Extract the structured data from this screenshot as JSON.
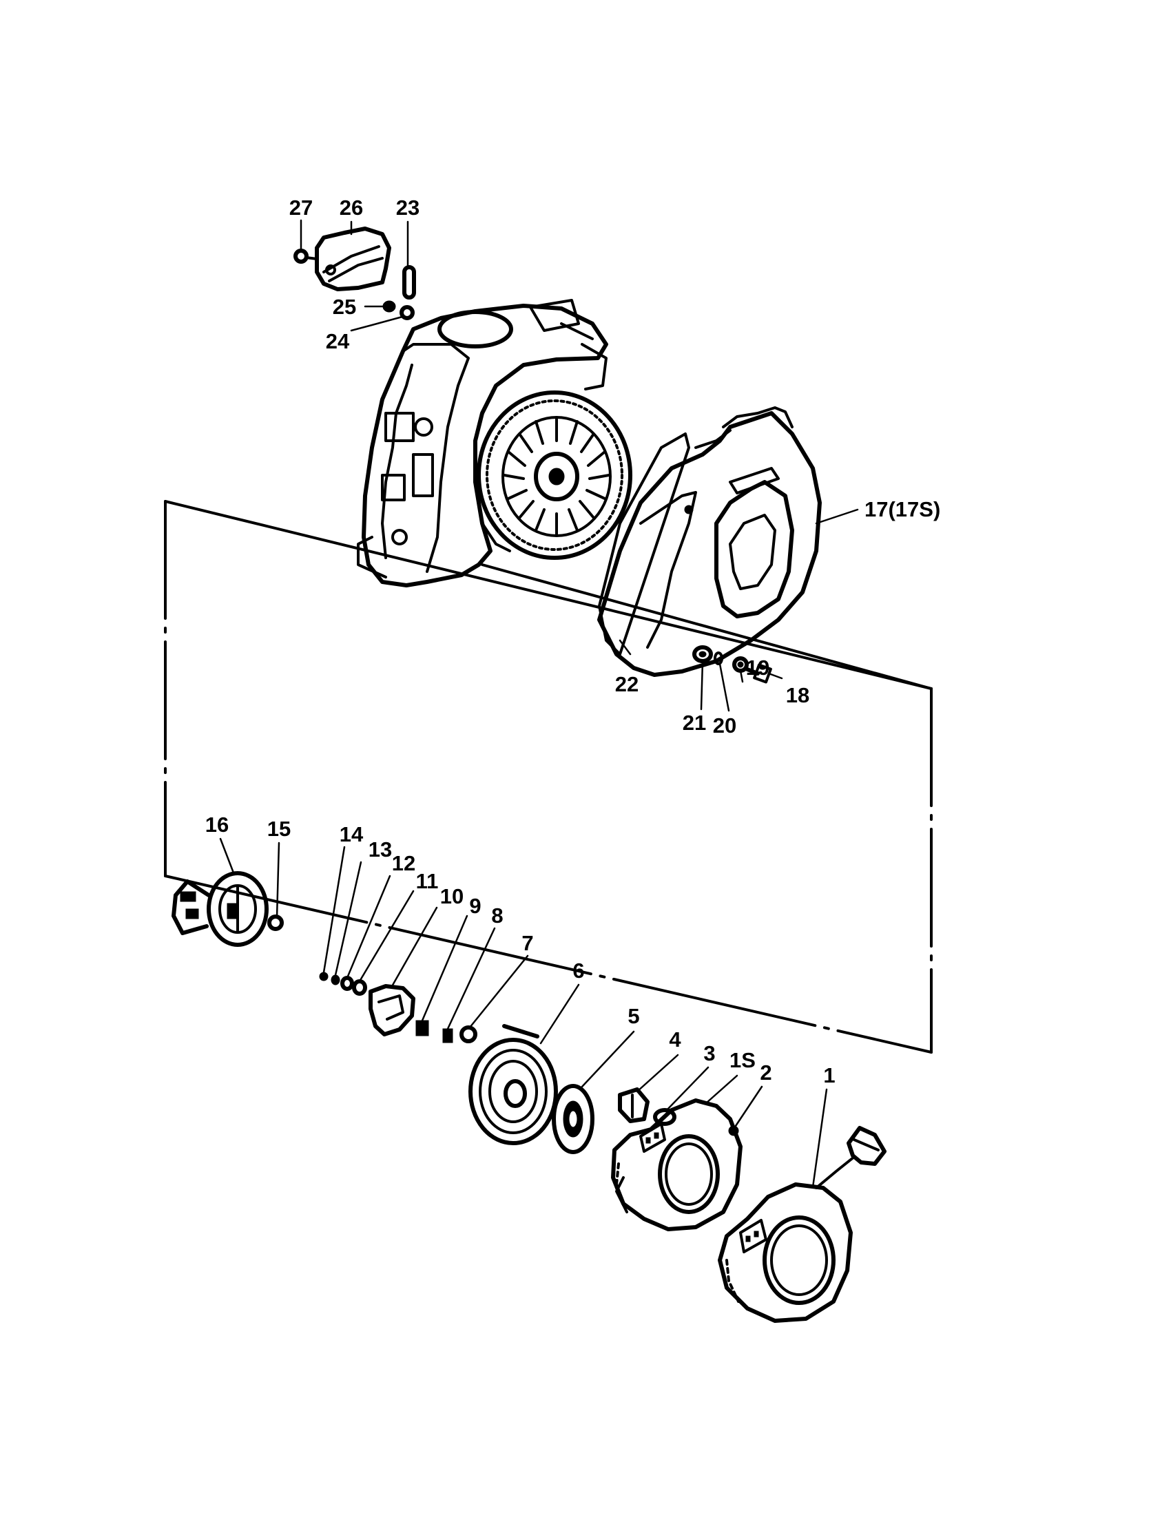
{
  "diagram": {
    "callouts": [
      {
        "id": "c27",
        "text": "27"
      },
      {
        "id": "c26",
        "text": "26"
      },
      {
        "id": "c23",
        "text": "23"
      },
      {
        "id": "c25",
        "text": "25"
      },
      {
        "id": "c24",
        "text": "24"
      },
      {
        "id": "c17",
        "text": "17(17S)"
      },
      {
        "id": "c22",
        "text": "22"
      },
      {
        "id": "c19",
        "text": "19"
      },
      {
        "id": "c18",
        "text": "18"
      },
      {
        "id": "c21",
        "text": "21"
      },
      {
        "id": "c20",
        "text": "20"
      },
      {
        "id": "c16",
        "text": "16"
      },
      {
        "id": "c15",
        "text": "15"
      },
      {
        "id": "c14",
        "text": "14"
      },
      {
        "id": "c13",
        "text": "13"
      },
      {
        "id": "c12",
        "text": "12"
      },
      {
        "id": "c11",
        "text": "11"
      },
      {
        "id": "c10",
        "text": "10"
      },
      {
        "id": "c9",
        "text": "9"
      },
      {
        "id": "c8",
        "text": "8"
      },
      {
        "id": "c7",
        "text": "7"
      },
      {
        "id": "c6",
        "text": "6"
      },
      {
        "id": "c5",
        "text": "5"
      },
      {
        "id": "c4",
        "text": "4"
      },
      {
        "id": "c3",
        "text": "3"
      },
      {
        "id": "c1S",
        "text": "1S"
      },
      {
        "id": "c2",
        "text": "2"
      },
      {
        "id": "c1",
        "text": "1"
      }
    ]
  }
}
